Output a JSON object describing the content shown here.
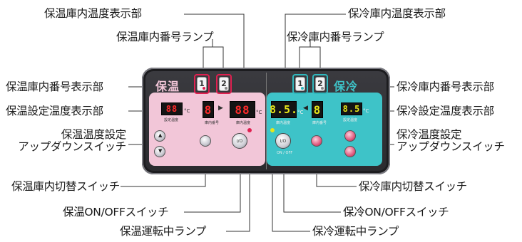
{
  "labels": {
    "hot_temp_display": "保温庫内温度表示部",
    "cold_temp_display": "保冷庫内温度表示部",
    "hot_number_lamp": "保温庫内番号ランプ",
    "cold_number_lamp": "保冷庫内番号ランプ",
    "hot_number_display": "保温庫内番号表示部",
    "cold_number_display": "保冷庫内番号表示部",
    "hot_set_temp_display": "保温設定温度表示部",
    "cold_set_temp_display": "保冷設定温度表示部",
    "hot_updown_line1": "保温温度設定",
    "hot_updown_line2": "アップダウンスイッチ",
    "cold_updown_line1": "保冷温度設定",
    "cold_updown_line2": "アップダウンスイッチ",
    "hot_switch": "保温庫内切替スイッチ",
    "cold_switch": "保冷庫内切替スイッチ",
    "hot_onoff": "保温ON/OFFスイッチ",
    "cold_onoff": "保冷ON/OFFスイッチ",
    "hot_running_lamp": "保温運転中ランプ",
    "cold_running_lamp": "保冷運転中ランプ"
  },
  "panel": {
    "hot_title": "保温",
    "cold_title": "保冷",
    "hot_lamp_1": "1",
    "hot_lamp_2": "2",
    "cold_lamp_1": "1",
    "cold_lamp_2": "2",
    "hot_set_value": "88",
    "hot_number_value": "8",
    "hot_temp_value": "88",
    "cold_temp_value": "8.5.",
    "cold_number_value": "8",
    "cold_set_value": "8.5",
    "deg_unit": "°C",
    "set_temp_small": "設定温度",
    "number_small": "庫内番号",
    "inner_temp_small": "庫内温度",
    "on_off_text": "ON / OFF",
    "power_symbol": "I/O",
    "arrow_right": "▶",
    "arrow_left": "◀",
    "up_arrow": "▲",
    "down_arrow": "▼"
  },
  "colors": {
    "hot_accent": "#f2c6d8",
    "cold_accent": "#3ec3c8",
    "lcd_red": "#ff2a2a",
    "lcd_yellow": "#e6e61a",
    "hot_title": "#f2c6d8",
    "cold_title": "#3ec3c8"
  }
}
